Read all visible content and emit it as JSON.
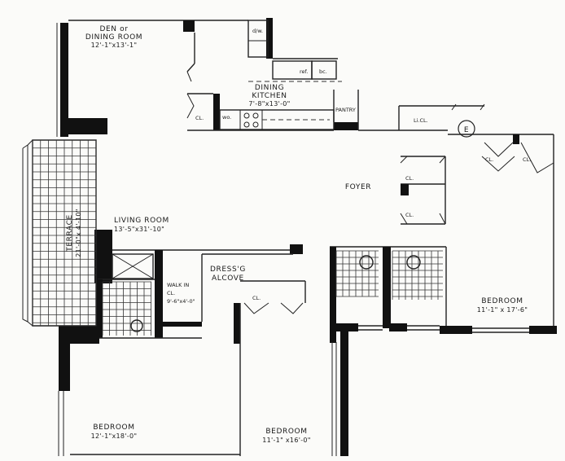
{
  "rooms": {
    "den": {
      "name_line1": "DEN or",
      "name_line2": "DINING ROOM",
      "dims": "12'-1\"x13'-1\""
    },
    "dining_kitchen": {
      "name_line1": "DINING",
      "name_line2": "KITCHEN",
      "dims": "7'-8\"x13'-0\""
    },
    "living_room": {
      "name": "LIVING ROOM",
      "dims": "13'-5\"x31'-10\""
    },
    "foyer": {
      "name": "FOYER"
    },
    "terrace": {
      "name": "TERRACE",
      "dims": "21'-0\"x 4'-10\""
    },
    "walk_in_closet": {
      "name_line1": "WALK IN",
      "name_line2": "CL.",
      "dims": "9'-6\"x4'-0\""
    },
    "dressing_alcove": {
      "name_line1": "DRESS'G",
      "name_line2": "ALCOVE"
    },
    "bedroom_1": {
      "name": "BEDROOM",
      "dims": "12'-1\"x18'-0\""
    },
    "bedroom_2": {
      "name": "BEDROOM",
      "dims": "11'-1\" x16'-0\""
    },
    "bedroom_3": {
      "name": "BEDROOM",
      "dims": "11'-1\" x 17'-6\""
    }
  },
  "fixtures": {
    "dw": "d/w.",
    "ref": "ref.",
    "bc": "bc.",
    "wo": "wo.",
    "pantry": "PANTRY",
    "linen_closet": "Li.CL.",
    "entry_marker": "E"
  },
  "closets": {
    "kitchen": "CL.",
    "bedroom3_left": "CL.",
    "bedroom3_right": "CL.",
    "foyer_upper": "CL.",
    "foyer_lower": "CL.",
    "bedroom2": "CL."
  }
}
